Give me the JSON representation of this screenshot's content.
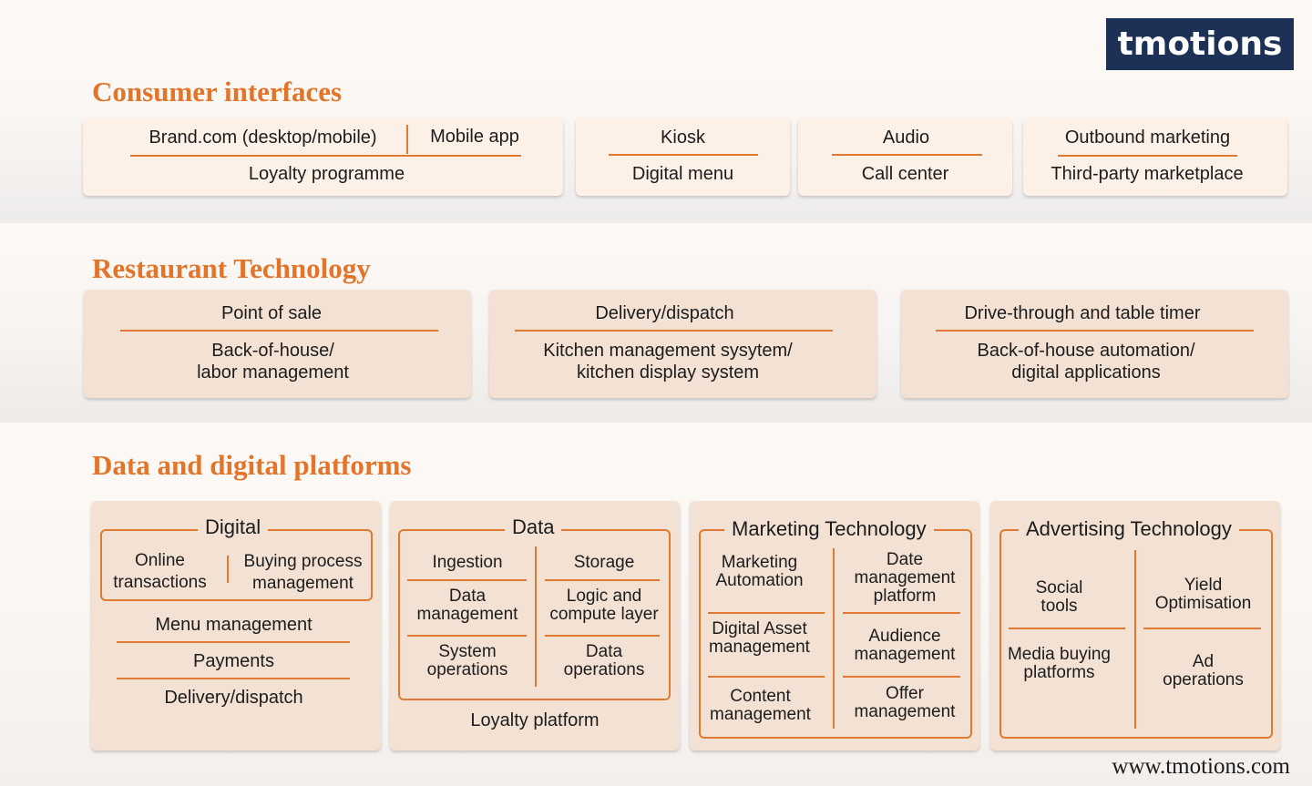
{
  "logo": {
    "text": "tmotions"
  },
  "website": "www.tmotions.com",
  "colors": {
    "accent": "#e3742a",
    "card_light": "#fcf0e7",
    "card_mid": "#f3e2d4",
    "logo_bg": "#1d3157"
  },
  "consumer": {
    "title": "Consumer interfaces",
    "brand": "Brand.com (desktop/mobile)",
    "mobile": "Mobile app",
    "loyalty": "Loyalty programme",
    "kiosk": "Kiosk",
    "digital_menu": "Digital menu",
    "audio": "Audio",
    "call_center": "Call center",
    "outbound": "Outbound marketing",
    "third_party": "Third-party marketplace"
  },
  "restaurant": {
    "title": "Restaurant Technology",
    "pos": "Point of sale",
    "boh_1": "Back-of-house/",
    "boh_2": "labor management",
    "delivery": "Delivery/dispatch",
    "kms_1": "Kitchen management sysytem/",
    "kms_2": "kitchen display system",
    "drive": "Drive-through and table timer",
    "boha_1": "Back-of-house automation/",
    "boha_2": "digital applications"
  },
  "data_platforms": {
    "title": "Data and digital platforms",
    "digital": {
      "title": "Digital",
      "online_1": "Online",
      "online_2": "transactions",
      "buying_1": "Buying process",
      "buying_2": "management",
      "menu": "Menu management",
      "payments": "Payments",
      "delivery": "Delivery/dispatch"
    },
    "data": {
      "title": "Data",
      "ingestion": "Ingestion",
      "storage": "Storage",
      "data_mgmt_1": "Data",
      "data_mgmt_2": "management",
      "logic_1": "Logic and",
      "logic_2": "compute layer",
      "system_1": "System",
      "system_2": "operations",
      "data_ops_1": "Data",
      "data_ops_2": "operations",
      "loyalty": "Loyalty platform"
    },
    "martech": {
      "title": "Marketing Technology",
      "ma_1": "Marketing",
      "ma_2": "Automation",
      "dmp_1": "Date",
      "dmp_2": "management",
      "dmp_3": "platform",
      "dam_1": "Digital Asset",
      "dam_2": "management",
      "aud_1": "Audience",
      "aud_2": "management",
      "cm_1": "Content",
      "cm_2": "management",
      "om_1": "Offer",
      "om_2": "management"
    },
    "adtech": {
      "title": "Advertising Technology",
      "social_1": "Social",
      "social_2": "tools",
      "yield_1": "Yield",
      "yield_2": "Optimisation",
      "media_1": "Media buying",
      "media_2": "platforms",
      "adops_1": "Ad",
      "adops_2": "operations"
    }
  }
}
